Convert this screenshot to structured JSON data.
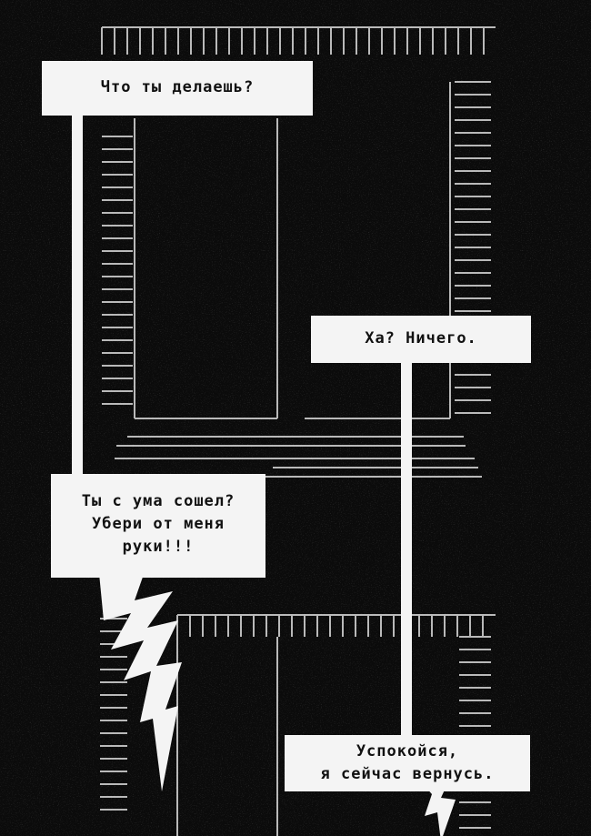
{
  "colors": {
    "background": "#0b0b0b",
    "bubble": "#f4f4f4",
    "text": "#111111",
    "lines": "#d8d8d8"
  },
  "dialogue": {
    "bubble_1": {
      "lines": [
        "Что ты делаешь?"
      ]
    },
    "bubble_2": {
      "lines": [
        "Ха? Ничего."
      ]
    },
    "bubble_3": {
      "lines": [
        "Ты с ума сошел?",
        "Убери от меня",
        "руки!!!"
      ]
    },
    "bubble_4": {
      "lines": [
        "Успокойся,",
        "я сейчас вернусь."
      ]
    }
  }
}
